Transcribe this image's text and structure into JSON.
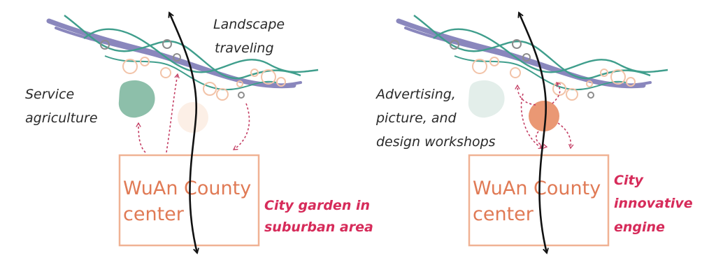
{
  "diagrams": [
    {
      "top_label": [
        "Landscape",
        "traveling"
      ],
      "side_label": [
        "Service",
        "agriculture"
      ],
      "box_text": [
        "WuAn County",
        "center"
      ],
      "role_label": [
        "City garden in",
        "suburban area"
      ]
    },
    {
      "side_label": [
        "Advertising,",
        "picture, and",
        "design workshops"
      ],
      "box_text": [
        "WuAn County",
        "center"
      ],
      "role_label": [
        "City",
        "innovative",
        "engine"
      ]
    }
  ],
  "colors": {
    "river_purple": "#8a87bd",
    "river_green": "#3f9e8c",
    "circle_peach": "#f2c3a8",
    "circle_gray": "#8c8c8c",
    "blob_green": "#8dbfaa",
    "blob_light": "#e3eeea",
    "circle_orange": "#ea9874",
    "box_border": "#f0b294",
    "box_text": "#e07a55",
    "arrow_dotted": "#c33c62",
    "role_text": "#d62b5a",
    "main_arrow": "#111111"
  }
}
